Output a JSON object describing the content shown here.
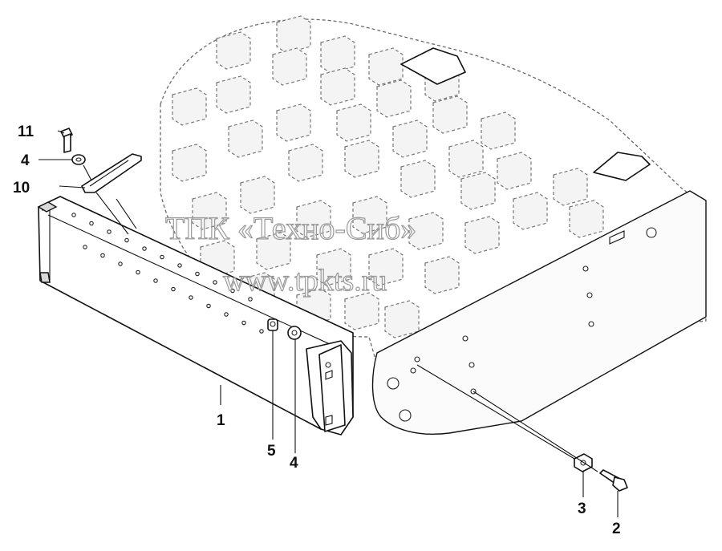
{
  "diagram": {
    "watermark": {
      "line1": "ТПК «Техно-Сиб»",
      "line2": "www.tpkts.ru"
    },
    "callouts": [
      {
        "id": "c11",
        "label": "11"
      },
      {
        "id": "c4a",
        "label": "4"
      },
      {
        "id": "c10",
        "label": "10"
      },
      {
        "id": "c1",
        "label": "1"
      },
      {
        "id": "c5",
        "label": "5"
      },
      {
        "id": "c4b",
        "label": "4"
      },
      {
        "id": "c3",
        "label": "3"
      },
      {
        "id": "c2",
        "label": "2"
      }
    ]
  }
}
